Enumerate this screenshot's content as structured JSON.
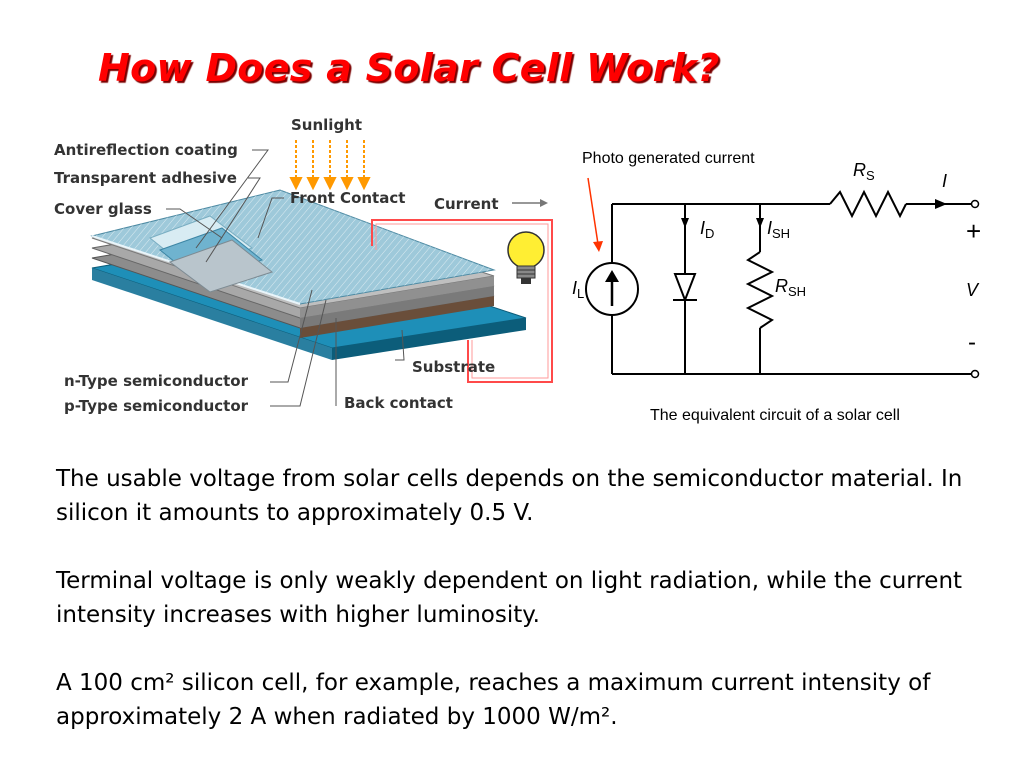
{
  "slide": {
    "title": "How Does a Solar Cell Work?",
    "paragraphs": [
      "The usable voltage from solar cells depends on the semiconductor material. In silicon it amounts to approximately 0.5 V.",
      "Terminal voltage is only weakly dependent on light radiation, while the current intensity increases with higher luminosity.",
      "A 100 cm² silicon cell, for example, reaches a maximum current intensity of approximately 2 A when radiated by 1000 W/m²."
    ]
  },
  "cell_diagram": {
    "sunlight": "Sunlight",
    "antireflection": "Antireflection coating",
    "adhesive": "Transparent adhesive",
    "cover_glass": "Cover glass",
    "front_contact": "Front Contact",
    "current": "Current",
    "substrate": "Substrate",
    "n_type": "n-Type semiconductor",
    "p_type": "p-Type semiconductor",
    "back_contact": "Back contact"
  },
  "circuit": {
    "photo_current_label": "Photo generated current",
    "caption": "The equivalent circuit of a solar cell",
    "rs_main": "R",
    "rs_sub": "S",
    "i_out": "I",
    "id_main": "I",
    "id_sub": "D",
    "ish_main": "I",
    "ish_sub": "SH",
    "rsh_main": "R",
    "rsh_sub": "SH",
    "il_main": "I",
    "il_sub": "L",
    "plus": "+",
    "v": "V",
    "minus": "-"
  },
  "colors": {
    "title": "#ff0000",
    "panel_top": "#9ec9da",
    "substrate": "#1e8fb8",
    "wire_red": "#ff4a4a",
    "sun_arrows": "#ff9900",
    "bulb": "#ffee33",
    "annotation_arrow": "#ff3300"
  }
}
